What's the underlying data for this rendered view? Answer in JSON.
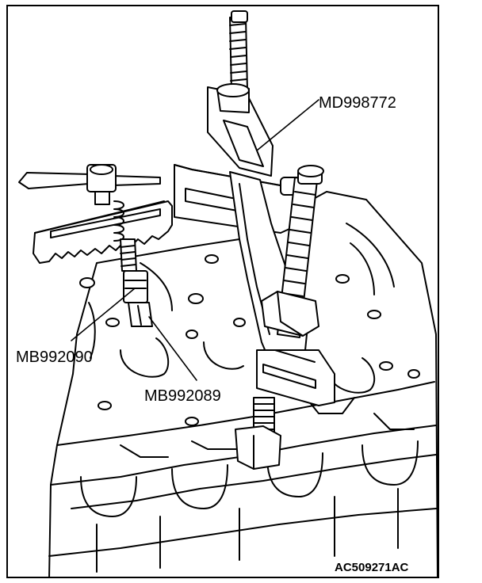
{
  "figure": {
    "labels": {
      "md998772": "MD998772",
      "mb992090": "MB992090",
      "mb992089": "MB992089"
    },
    "code": "AC509271AC"
  }
}
